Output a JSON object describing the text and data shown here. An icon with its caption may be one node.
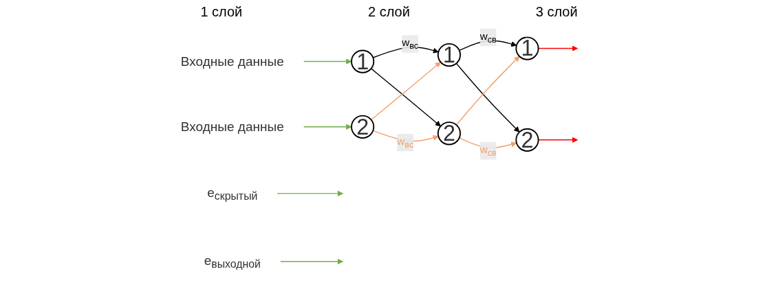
{
  "diagram": {
    "nodes": [
      {
        "text": [
          "Входные данные"
        ]
      },
      {
        "text": [
          "1"
        ]
      },
      {
        "text": [
          "1"
        ]
      },
      {
        "text": [
          "1"
        ]
      },
      {
        "text": [
          "e$_{скрытый}$"
        ]
      },
      {
        "text": [
          "e$_{выходной}$"
        ]
      },
      {
        "text": [
          "Входные данные"
        ]
      },
      {
        "text": [
          "2"
        ]
      },
      {
        "text": [
          "2"
        ]
      },
      {
        "text": [
          "2"
        ]
      }
    ],
    "edges": [
      {
        "from": 0,
        "to": 1,
        "arrow": "to",
        "color": "#70ad47"
      },
      {
        "from": 6,
        "to": 7,
        "arrow": "to",
        "color": "#70ad47"
      },
      {
        "from": 1,
        "to": 2,
        "arrow": "to",
        "label": "w$_{вс}$",
        "color": "#000000"
      },
      {
        "from": 1,
        "to": 8,
        "arrow": "to",
        "color": "#000000"
      },
      {
        "from": 7,
        "to": 2,
        "arrow": "to",
        "color": "#f4a06b"
      },
      {
        "from": 7,
        "to": 8,
        "arrow": "to",
        "label": "w$_{вс}$",
        "color": "#f4a06b"
      },
      {
        "from": 2,
        "to": 3,
        "arrow": "to",
        "label": "w$_{св}$",
        "color": "#000000"
      },
      {
        "from": 2,
        "to": 9,
        "arrow": "to",
        "color": "#000000"
      },
      {
        "from": 8,
        "to": 3,
        "arrow": "to",
        "color": "#f4a06b"
      },
      {
        "from": 8,
        "to": 9,
        "arrow": "to",
        "label": "w$_{св}$",
        "color": "#f4a06b"
      },
      {
        "from": 3,
        "to": null,
        "arrow": "to",
        "color": "#ff0000"
      },
      {
        "from": 9,
        "to": null,
        "arrow": "to",
        "color": "#ff0000"
      },
      {
        "from": 4,
        "to": null,
        "arrow": "to",
        "color": "#70ad47"
      },
      {
        "from": 5,
        "to": null,
        "arrow": "to",
        "color": "#70ad47"
      }
    ],
    "labels": [
      "1 слой",
      "2 слой",
      "3 слой"
    ]
  }
}
